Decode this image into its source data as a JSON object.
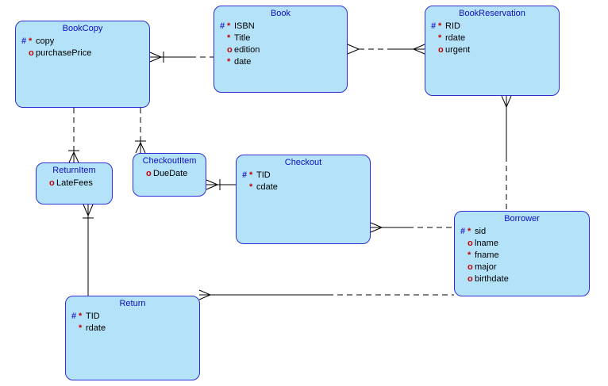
{
  "diagram": {
    "type": "entity-relationship-diagram",
    "background_color": "#ffffff",
    "entity_fill_color": "#b3e2f9",
    "entity_border_color": "#2e2ed4",
    "title_color": "#0f0fbe",
    "hash_color": "#2727d8",
    "flag_color": "#c40202",
    "attribute_text_color": "#000000",
    "connector_color": "#000000"
  },
  "entities": [
    {
      "title": "BookCopy",
      "attributes": [
        {
          "hash": "#",
          "flag": "*",
          "name": "copy"
        },
        {
          "hash": "",
          "flag": "o",
          "name": "purchasePrice"
        }
      ]
    },
    {
      "title": "Book",
      "attributes": [
        {
          "hash": "#",
          "flag": "*",
          "name": "ISBN"
        },
        {
          "hash": "",
          "flag": "*",
          "name": "Title"
        },
        {
          "hash": "",
          "flag": "o",
          "name": "edition"
        },
        {
          "hash": "",
          "flag": "*",
          "name": "date"
        }
      ]
    },
    {
      "title": "BookReservation",
      "attributes": [
        {
          "hash": "#",
          "flag": "*",
          "name": "RID"
        },
        {
          "hash": "",
          "flag": "*",
          "name": "rdate"
        },
        {
          "hash": "",
          "flag": "o",
          "name": "urgent"
        }
      ]
    },
    {
      "title": "ReturnItem",
      "attributes": [
        {
          "hash": "",
          "flag": "o",
          "name": "LateFees"
        }
      ]
    },
    {
      "title": "CheckoutItem",
      "attributes": [
        {
          "hash": "",
          "flag": "o",
          "name": "DueDate"
        }
      ]
    },
    {
      "title": "Checkout",
      "attributes": [
        {
          "hash": "#",
          "flag": "*",
          "name": "TID"
        },
        {
          "hash": "",
          "flag": "*",
          "name": "cdate"
        }
      ]
    },
    {
      "title": "Borrower",
      "attributes": [
        {
          "hash": "#",
          "flag": "*",
          "name": "sid"
        },
        {
          "hash": "",
          "flag": "o",
          "name": "lname"
        },
        {
          "hash": "",
          "flag": "*",
          "name": "fname"
        },
        {
          "hash": "",
          "flag": "o",
          "name": "major"
        },
        {
          "hash": "",
          "flag": "o",
          "name": "birthdate"
        }
      ]
    },
    {
      "title": "Return",
      "attributes": [
        {
          "hash": "#",
          "flag": "*",
          "name": "TID"
        },
        {
          "hash": "",
          "flag": "*",
          "name": "rdate"
        }
      ]
    }
  ],
  "relationships": [
    {
      "source": "BookCopy",
      "target": "Book",
      "source_marker": "crow-foot-with-bar",
      "target_marker": "none",
      "line_style": "solid-near-source-dashed-near-target"
    },
    {
      "source": "Book",
      "target": "BookReservation",
      "source_marker": "crow-foot",
      "target_marker": "crow-foot",
      "line_style": "dashed-near-source-solid-near-target"
    },
    {
      "source": "BookReservation",
      "target": "Borrower",
      "source_marker": "crow-foot",
      "target_marker": "none",
      "line_style": "solid-near-source-dashed-near-target"
    },
    {
      "source": "ReturnItem",
      "target": "BookCopy",
      "source_marker": "crow-foot-with-bar",
      "target_marker": "none",
      "line_style": "dashed-near-target"
    },
    {
      "source": "CheckoutItem",
      "target": "BookCopy",
      "source_marker": "crow-foot-with-bar",
      "target_marker": "none",
      "line_style": "dashed-near-target"
    },
    {
      "source": "CheckoutItem",
      "target": "Checkout",
      "source_marker": "crow-foot-with-bar",
      "target_marker": "none",
      "line_style": "solid"
    },
    {
      "source": "ReturnItem",
      "target": "Return",
      "source_marker": "crow-foot-with-bar",
      "target_marker": "none",
      "line_style": "solid"
    },
    {
      "source": "Checkout",
      "target": "Borrower",
      "source_marker": "crow-foot",
      "target_marker": "none",
      "line_style": "solid-near-source-dashed-near-target"
    },
    {
      "source": "Return",
      "target": "Borrower",
      "source_marker": "crow-foot",
      "target_marker": "none",
      "line_style": "solid-near-source-dashed-near-target"
    }
  ]
}
